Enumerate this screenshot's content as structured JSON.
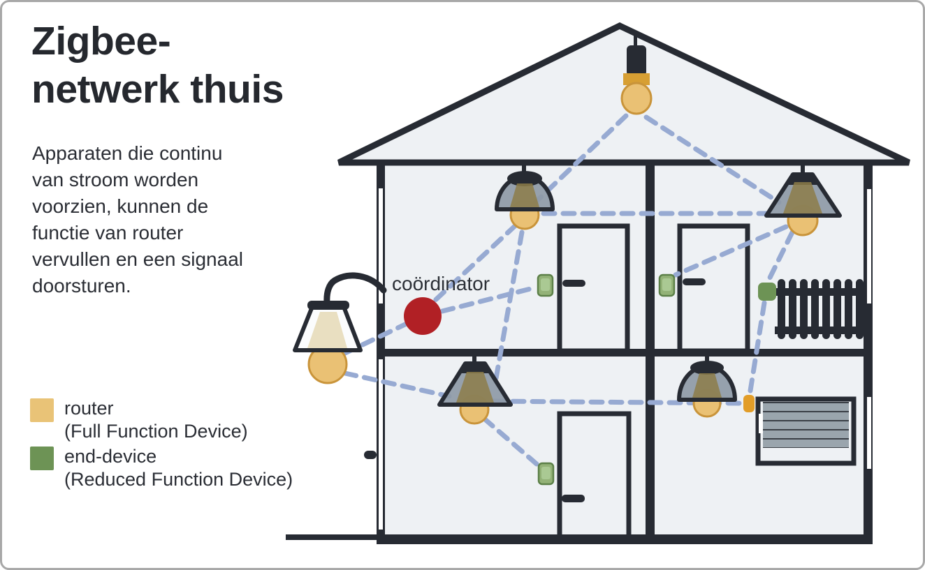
{
  "title": {
    "line1": "Zigbee-",
    "line2": "netwerk thuis"
  },
  "description": {
    "lines": [
      "Apparaten die continu",
      "van stroom worden",
      "voorzien, kunnen de",
      "functie van router",
      "vervullen en een signaal",
      "doorsturen."
    ]
  },
  "legend": {
    "items": [
      {
        "label": "router",
        "sublabel": "(Full Function Device)",
        "swatch_color": "#e9c377"
      },
      {
        "label": "end-device",
        "sublabel": "(Reduced Function Device)",
        "swatch_color": "#6d9355"
      }
    ]
  },
  "diagram": {
    "coordinator_label": "coördinator",
    "node_types": {
      "coordinator": "#b12025",
      "router": "#eac174",
      "end_device": "#93b277"
    },
    "nodes": [
      {
        "id": "coordinator",
        "type": "coordinator"
      },
      {
        "id": "attic-pendant-bulb",
        "type": "router"
      },
      {
        "id": "upper-left-dome-lamp",
        "type": "router"
      },
      {
        "id": "upper-right-cone-lamp",
        "type": "router"
      },
      {
        "id": "ground-cone-lamp",
        "type": "router"
      },
      {
        "id": "ground-dome-lamp",
        "type": "router"
      },
      {
        "id": "outdoor-wall-lamp",
        "type": "router"
      },
      {
        "id": "blinds-controller",
        "type": "router"
      },
      {
        "id": "door-sensor-upper-left",
        "type": "end_device"
      },
      {
        "id": "door-sensor-upper-right",
        "type": "end_device"
      },
      {
        "id": "radiator-valve",
        "type": "end_device"
      },
      {
        "id": "door-sensor-ground",
        "type": "end_device"
      }
    ],
    "links": [
      [
        "attic-pendant-bulb",
        "upper-left-dome-lamp"
      ],
      [
        "attic-pendant-bulb",
        "upper-right-cone-lamp"
      ],
      [
        "upper-left-dome-lamp",
        "upper-right-cone-lamp"
      ],
      [
        "upper-left-dome-lamp",
        "coordinator"
      ],
      [
        "upper-left-dome-lamp",
        "ground-cone-lamp"
      ],
      [
        "coordinator",
        "door-sensor-upper-left"
      ],
      [
        "coordinator",
        "outdoor-wall-lamp"
      ],
      [
        "outdoor-wall-lamp",
        "ground-cone-lamp"
      ],
      [
        "ground-cone-lamp",
        "ground-dome-lamp"
      ],
      [
        "ground-dome-lamp",
        "blinds-controller"
      ],
      [
        "ground-cone-lamp",
        "door-sensor-ground"
      ],
      [
        "upper-right-cone-lamp",
        "door-sensor-upper-right"
      ],
      [
        "upper-right-cone-lamp",
        "radiator-valve"
      ],
      [
        "radiator-valve",
        "blinds-controller"
      ]
    ],
    "links_color": "#97aad2"
  },
  "colors": {
    "outline": "#272b33",
    "room_fill": "#eef1f4",
    "lamp_shade": "#8e9aa6",
    "bulb_yellow": "#eac174",
    "orange_device": "#e29d28",
    "frame_border": "#a8a8a8"
  }
}
